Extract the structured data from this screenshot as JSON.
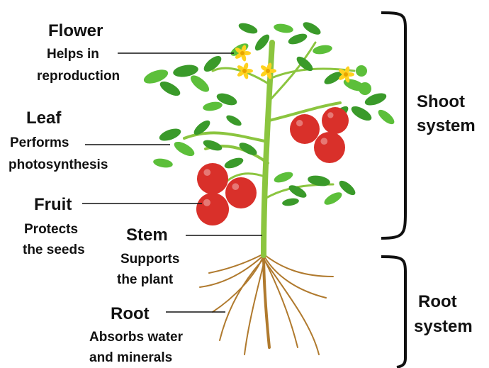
{
  "parts": [
    {
      "key": "flower",
      "title": "Flower",
      "desc_lines": [
        "Helps in",
        "reproduction"
      ]
    },
    {
      "key": "leaf",
      "title": "Leaf",
      "desc_lines": [
        "Performs",
        "photosynthesis"
      ]
    },
    {
      "key": "fruit",
      "title": "Fruit",
      "desc_lines": [
        "Protects",
        "the seeds"
      ]
    },
    {
      "key": "stem",
      "title": "Stem",
      "desc_lines": [
        "Supports",
        "the plant"
      ]
    },
    {
      "key": "root",
      "title": "Root",
      "desc_lines": [
        "Absorbs water",
        "and minerals"
      ]
    }
  ],
  "systems": {
    "shoot": {
      "lines": [
        "Shoot",
        "system"
      ]
    },
    "root": {
      "lines": [
        "Root",
        "system"
      ]
    }
  },
  "colors": {
    "stem": "#8bc53f",
    "leaf": "#3a9a2a",
    "leaf_light": "#5cbf3a",
    "fruit": "#d9302a",
    "flower": "#ffd21f",
    "root": "#b07a2e",
    "text": "#111111"
  }
}
